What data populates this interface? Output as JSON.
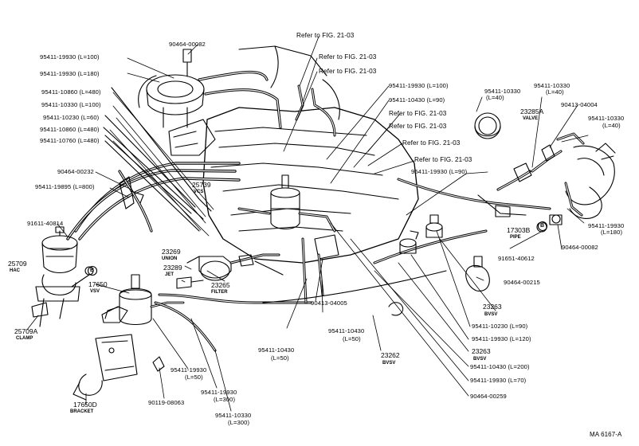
{
  "diagram_id": "MA 6167-A",
  "line_color": "#000000",
  "callouts": {
    "c_90464_00082_top": "90464-00082",
    "c_95411_19930_l100_a": "95411-19930 (L=100)",
    "c_95411_19930_l180_a": "95411-19930 (L=180)",
    "c_95411_10860_l480_a": "95411-10860 (L=480)",
    "c_95411_10330_l100": "95411-10330 (L=100)",
    "c_95411_10230_l60": "95411-10230 (L=60)",
    "c_95411_10860_l480_b": "95411-10860 (L=480)",
    "c_95411_10760_l480": "95411-10760 (L=480)",
    "c_90464_00232": "90464-00232",
    "c_95411_19895_l800": "95411-19895 (L=800)",
    "c_91611_40814": "91611-40814",
    "c_ref_1": "Refer to FIG. 21-03",
    "c_ref_2": "Refer to FIG. 21-03",
    "c_ref_3": "Refer to FIG. 21-03",
    "c_95411_19930_l100_b": "95411-19930 (L=100)",
    "c_95411_10430_l90": "95411-10430 (L=90)",
    "c_ref_4": "Refer to FIG. 21-03",
    "c_ref_5": "Refer to FIG. 21-03",
    "c_ref_6": "Refer to FIG. 21-03",
    "c_ref_7": "Refer to FIG. 21-03",
    "c_95411_19930_l90": "95411-19930 (L=90)",
    "c_95411_10330_l40_a_num": "95411-10330",
    "c_95411_10330_l40_a_len": "(L=40)",
    "c_95411_10330_l40_b_num": "95411-10330",
    "c_95411_10330_l40_b_len": "(L=40)",
    "c_95411_10330_l40_c_num": "95411-10330",
    "c_95411_10330_l40_c_len": "(L=40)",
    "c_90413_04004": "90413-04004",
    "c_95411_19930_l180_b_num": "95411-19930",
    "c_95411_19930_l180_b_len": "(L=180)",
    "c_90464_00082_right": "90464-00082",
    "c_91651_40612": "91651-40612",
    "c_90464_00215": "90464-00215",
    "c_95411_10230_l90": "95411-10230 (L=90)",
    "c_95411_19930_l120": "95411-19930 (L=120)",
    "c_95411_10430_l200": "95411-10430 (L=200)",
    "c_95411_19930_l70": "95411-19930 (L=70)",
    "c_90464_00259": "90464-00259",
    "c_90413_04005": "90413-04005",
    "c_95411_10430_l50_a_num": "95411-10430",
    "c_95411_10430_l50_a_len": "(L=50)",
    "c_95411_10430_l50_b_num": "95411-10430",
    "c_95411_10430_l50_b_len": "(L=50)",
    "c_95411_19930_l50_num": "95411-19930",
    "c_95411_19930_l50_len": "(L=50)",
    "c_95411_19930_l300_num": "95411-19930",
    "c_95411_19930_l300_len": "(L=300)",
    "c_95411_10330_l300_num": "95411-10330",
    "c_95411_10330_l300_len": "(L=300)",
    "c_90119_08063": "90119-08063"
  },
  "parts": {
    "p_25739": {
      "num": "25739",
      "name": "VCS"
    },
    "p_23285a": {
      "num": "23285A",
      "name": "VALVE"
    },
    "p_17303b": {
      "num": "17303B",
      "name": "PIPE"
    },
    "p_23269": {
      "num": "23269",
      "name": "UNION"
    },
    "p_23289": {
      "num": "23289",
      "name": "JET"
    },
    "p_25709": {
      "num": "25709",
      "name": "HAC"
    },
    "p_17650": {
      "num": "17650",
      "name": "VSV"
    },
    "p_23265": {
      "num": "23265",
      "name": "FILTER"
    },
    "p_25709a": {
      "num": "25709A",
      "name": "CLAMP"
    },
    "p_23263_a": {
      "num": "23263",
      "name": "BVSV"
    },
    "p_23263_b": {
      "num": "23263",
      "name": "BVSV"
    },
    "p_23262": {
      "num": "23262",
      "name": "BVSV"
    },
    "p_17650d": {
      "num": "17650D",
      "name": "BRACKET"
    }
  },
  "markers": {
    "marker_b_left": "B",
    "marker_b_right": "B"
  }
}
